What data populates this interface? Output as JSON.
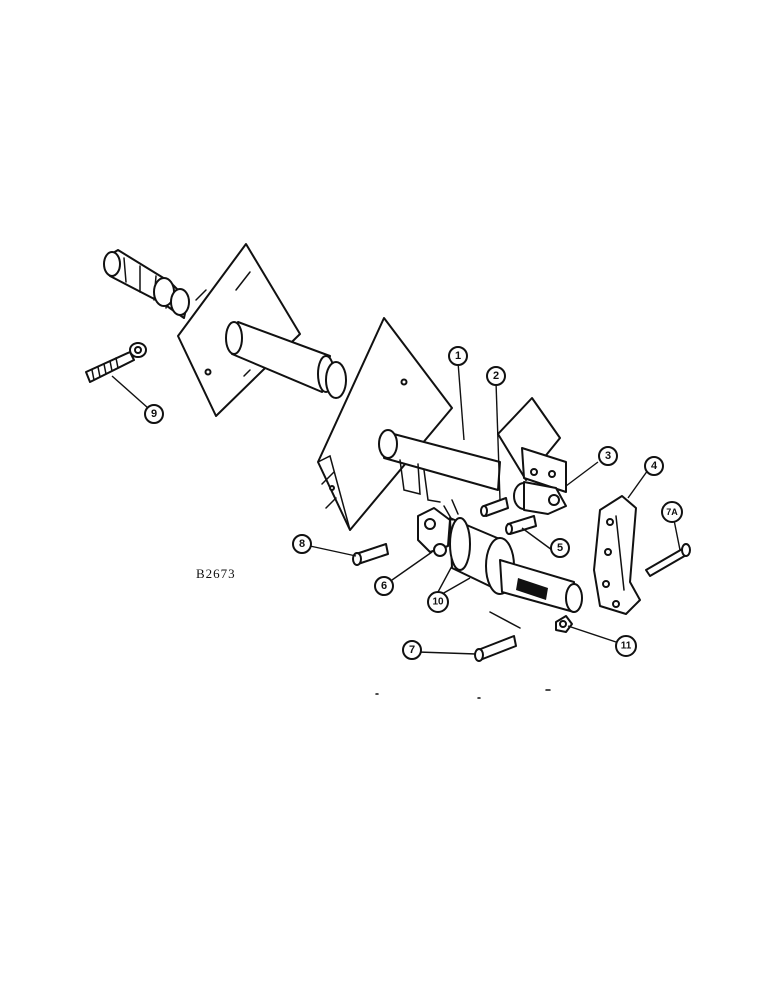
{
  "drawing": {
    "reference_code": "B2673"
  },
  "callouts": [
    {
      "id": "c1",
      "label": "1"
    },
    {
      "id": "c2",
      "label": "2"
    },
    {
      "id": "c3",
      "label": "3"
    },
    {
      "id": "c4",
      "label": "4"
    },
    {
      "id": "c5",
      "label": "5"
    },
    {
      "id": "c6",
      "label": "6"
    },
    {
      "id": "c7",
      "label": "7"
    },
    {
      "id": "c7a",
      "label": "7A"
    },
    {
      "id": "c8",
      "label": "8"
    },
    {
      "id": "c9",
      "label": "9"
    },
    {
      "id": "c10",
      "label": "10"
    },
    {
      "id": "c11",
      "label": "11"
    }
  ],
  "colors": {
    "ink": "#111111",
    "paper": "#ffffff"
  }
}
